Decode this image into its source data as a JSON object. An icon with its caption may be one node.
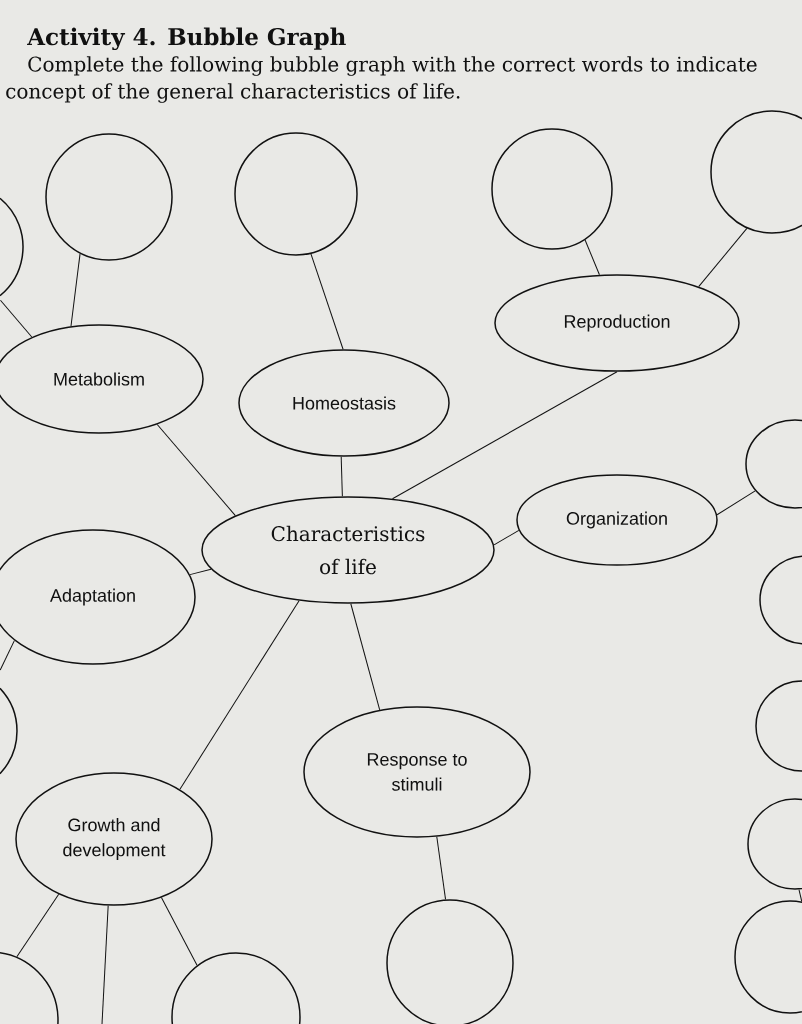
{
  "diagram": {
    "title": "Activity 4. Bubble Graph",
    "nodes": [
      {
        "text": [],
        "shape": "circle"
      },
      {
        "text": [],
        "shape": "circle"
      },
      {
        "text": [],
        "shape": "circle"
      },
      {
        "text": [],
        "shape": "circle"
      },
      {
        "text": [],
        "shape": "circle"
      },
      {
        "text": [
          "Reproduction"
        ]
      },
      {
        "text": [
          "Metabolism"
        ]
      },
      {
        "text": [
          "Homeostasis"
        ]
      },
      {
        "text": [],
        "shape": "circle"
      },
      {
        "text": [
          "Organization"
        ]
      },
      {
        "text": [
          "Characteristics of life"
        ]
      },
      {
        "text": [
          "Adaptation"
        ]
      },
      {
        "text": [],
        "shape": "circle"
      },
      {
        "text": [],
        "shape": "circle"
      },
      {
        "text": [],
        "shape": "circle"
      },
      {
        "text": [
          "Response to stimuli"
        ]
      },
      {
        "text": [
          "Growth and development"
        ]
      },
      {
        "text": [],
        "shape": "circle"
      },
      {
        "text": [],
        "shape": "circle"
      },
      {
        "text": [],
        "shape": "circle"
      },
      {
        "text": [],
        "shape": "circle"
      },
      {
        "text": [],
        "shape": "circle"
      }
    ],
    "edges": [
      {
        "from": 0,
        "to": 6,
        "arrow": "none"
      },
      {
        "from": 4,
        "to": 6,
        "arrow": "none"
      },
      {
        "from": 1,
        "to": 7,
        "arrow": "none"
      },
      {
        "from": 2,
        "to": 5,
        "arrow": "none"
      },
      {
        "from": 3,
        "to": 5,
        "arrow": "none"
      },
      {
        "from": 10,
        "to": 6,
        "arrow": "none"
      },
      {
        "from": 10,
        "to": 7,
        "arrow": "none"
      },
      {
        "from": 10,
        "to": 5,
        "arrow": "none"
      },
      {
        "from": 10,
        "to": 9,
        "arrow": "none"
      },
      {
        "from": 9,
        "to": 8,
        "arrow": "none"
      },
      {
        "from": 10,
        "to": 11,
        "arrow": "none"
      },
      {
        "from": 11,
        "to": 14,
        "arrow": "none"
      },
      {
        "from": 10,
        "to": 16,
        "arrow": "none"
      },
      {
        "from": 10,
        "to": 15,
        "arrow": "none"
      },
      {
        "from": 15,
        "to": 18,
        "arrow": "none"
      },
      {
        "from": 16,
        "to": 20,
        "arrow": "none"
      },
      {
        "from": 16,
        "to": null,
        "arrow": "none"
      },
      {
        "from": 16,
        "to": 21,
        "arrow": "none"
      },
      {
        "from": 17,
        "to": 19,
        "arrow": "none"
      }
    ],
    "labels": [
      "Complete the following bubble graph with the correct words to indicate concept of the general characteristics of life."
    ]
  }
}
